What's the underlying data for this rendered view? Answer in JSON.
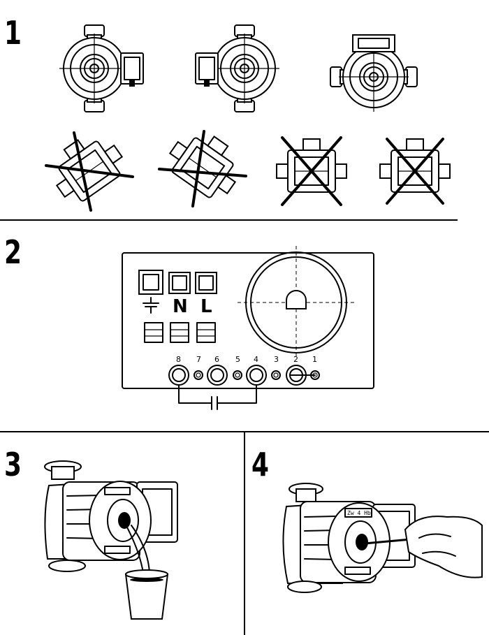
{
  "steps": [
    "1",
    "2",
    "3",
    "4"
  ],
  "terminal_block": {
    "main_labels": [
      "N",
      "L"
    ],
    "terminals": [
      "8",
      "7",
      "6",
      "5",
      "4",
      "3",
      "2",
      "1"
    ]
  },
  "nameplate": {
    "text": "Zw 4 Hb"
  },
  "colors": {
    "ink": "#000000",
    "paper": "#ffffff"
  }
}
